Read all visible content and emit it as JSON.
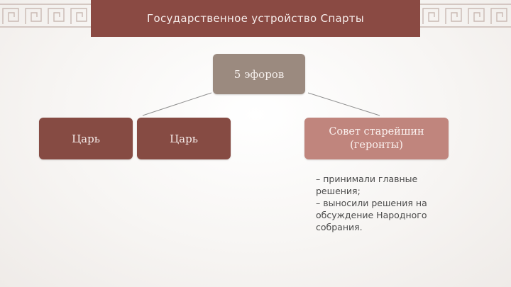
{
  "title": "Государственное устройство Спарты",
  "nodes": {
    "ephors": "5 эфоров",
    "king_left": "Царь",
    "king_right": "Царь",
    "gerousia": "Совет старейшин (геронты)"
  },
  "note_lines": [
    "– принимали главные",
    "решения;",
    "– выносили решения на",
    "обсуждение Народного",
    "собрания."
  ],
  "colors": {
    "banner": "#8a4a43",
    "ephors_box": "#9b8a7f",
    "king_box": "#864b43",
    "gerousia_box": "#c0857d",
    "ornament": "#c9b9b3"
  }
}
